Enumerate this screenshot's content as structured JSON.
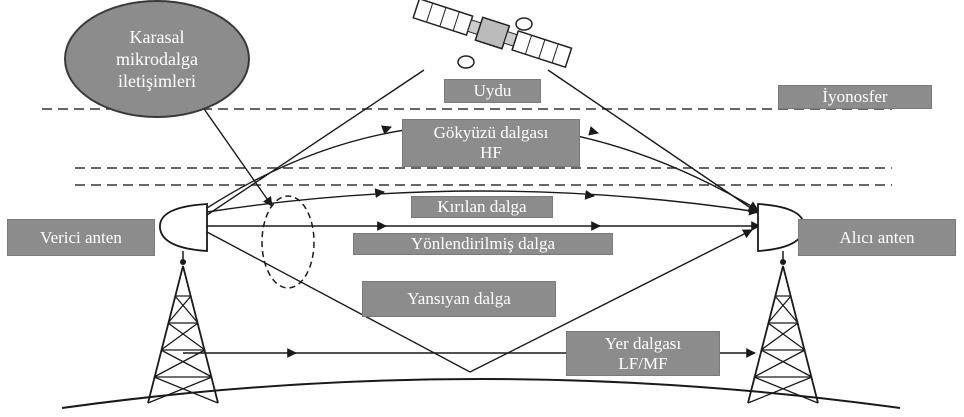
{
  "labels": {
    "terrestrial_line1": "Karasal",
    "terrestrial_line2": "mikrodalga",
    "terrestrial_line3": "iletişimleri",
    "satellite": "Uydu",
    "ionosphere": "İyonosfer",
    "sky_wave_line1": "Gökyüzü dalgası",
    "sky_wave_line2": "HF",
    "refracted_wave": "Kırılan dalga",
    "directed_wave": "Yönlendirilmiş dalga",
    "transmitter": "Verici anten",
    "receiver": "Alıcı anten",
    "reflected_wave": "Yansıyan dalga",
    "ground_wave_line1": "Yer dalgası",
    "ground_wave_line2": "LF/MF"
  },
  "colors": {
    "label_fill": "#8c8c8c",
    "label_text": "#ffffff",
    "line": "#1a1a1a"
  }
}
